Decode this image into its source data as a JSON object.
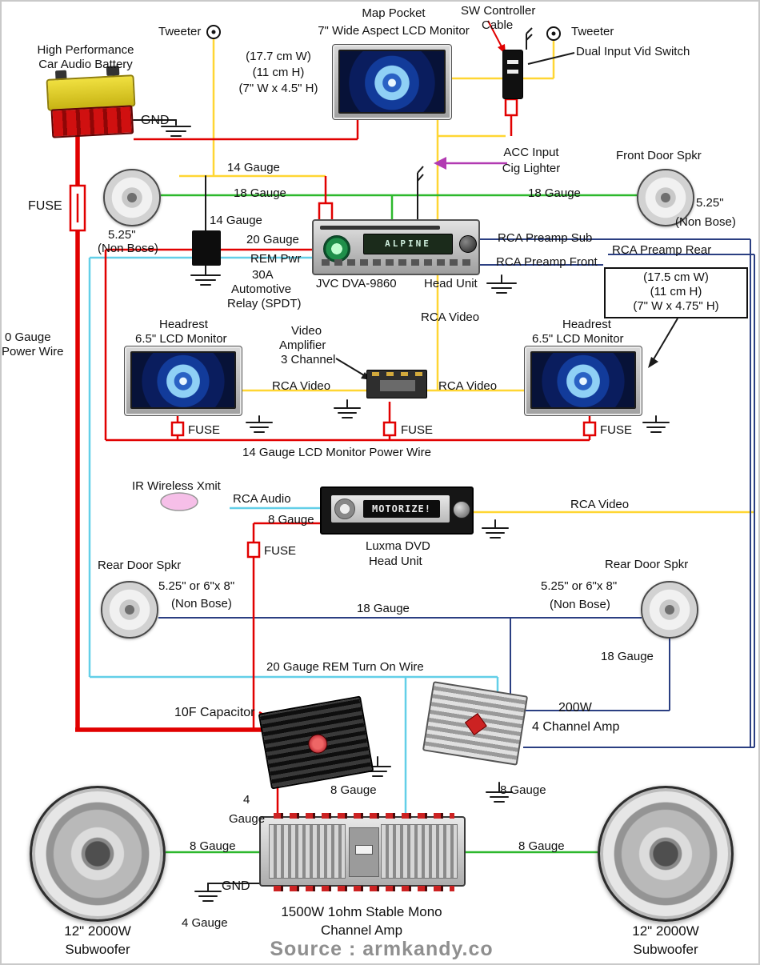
{
  "colors": {
    "wire_red": "#e10000",
    "wire_yellow": "#ffd633",
    "wire_green": "#2db82d",
    "wire_navy": "#2b3f82",
    "wire_cyan": "#63cfe8",
    "wire_black": "#1a1a1a",
    "wire_purple": "#b23ab2",
    "pink": "#f6bfe8"
  },
  "t": {
    "tweeter_left": "Tweeter",
    "tweeter_right": "Tweeter",
    "map_pocket": "Map Pocket",
    "lcd7_title": "7\" Wide Aspect LCD Monitor",
    "sw_controller_1": "SW Controller",
    "sw_controller_2": "Cable",
    "dual_input": "Dual Input Vid Switch",
    "battery_1": "High Performance",
    "battery_2": "Car Audio Battery",
    "dims1_1": "(17.7 cm W)",
    "dims1_2": "(11 cm H)",
    "dims1_3": "(7\" W x 4.5\" H)",
    "gnd_top": "GND",
    "acc_1": "ACC Input",
    "acc_2": "Cig Lighter",
    "front_door_spkr": "Front Door Spkr",
    "gauge14_a": "14 Gauge",
    "gauge18_left": "18 Gauge",
    "gauge18_right": "18 Gauge",
    "spkr_size_left": "5.25\"",
    "spkr_nonbose_left": "(Non Bose)",
    "spkr_size_right": "5.25\"",
    "spkr_nonbose_right": "(Non Bose)",
    "fuse_main": "FUSE",
    "gauge14_b": "14 Gauge",
    "gauge20_rem_1": "20 Gauge",
    "gauge20_rem_2": "REM Pwr",
    "relay_1": "30A",
    "relay_2": "Automotive",
    "relay_3": "Relay (SPDT)",
    "jvc": "JVC DVA-9860",
    "head_unit": "Head Unit",
    "head_unit_display": "ALPINE",
    "rca_preamp_sub": "RCA Preamp Sub",
    "rca_preamp_front": "RCA Preamp Front",
    "rca_preamp_rear": "RCA Preamp Rear",
    "dims2_1": "(17.5 cm W)",
    "dims2_2": "(11 cm H)",
    "dims2_3": "(7\" W x 4.75\" H)",
    "rca_video_center": "RCA Video",
    "headrest_left_1": "Headrest",
    "headrest_left_2": "6.5\" LCD Monitor",
    "headrest_right_1": "Headrest",
    "headrest_right_2": "6.5\" LCD Monitor",
    "video_amp_1": "Video",
    "video_amp_2": "Amplifier",
    "video_amp_3": "3 Channel",
    "rca_video_left": "RCA Video",
    "rca_video_mid": "RCA Video",
    "gauge0_1": "0 Gauge",
    "gauge0_2": "Power Wire",
    "fuse_mon_left": "FUSE",
    "fuse_mon_center": "FUSE",
    "fuse_mon_right": "FUSE",
    "monitor_power_wire": "14 Gauge LCD Monitor Power Wire",
    "ir_xmit": "IR Wireless Xmit",
    "rca_audio": "RCA Audio",
    "gauge8_dvd": "8 Gauge",
    "luxma_1": "Luxma DVD",
    "luxma_2": "Head Unit",
    "dvd_display": "MOTORIZE!",
    "rca_video_right": "RCA Video",
    "fuse_dvd": "FUSE",
    "rear_door_left": "Rear Door Spkr",
    "rear_size_left": "5.25\" or 6\"x 8\"",
    "rear_nonbose_left": "(Non Bose)",
    "rear_door_right": "Rear Door Spkr",
    "rear_size_right": "5.25\" or 6\"x 8\"",
    "rear_nonbose_right": "(Non Bose)",
    "gauge18_rear_mid": "18 Gauge",
    "gauge18_rear_right": "18 Gauge",
    "rem_turn_on": "20 Gauge REM Turn On Wire",
    "capacitor": "10F Capacitor",
    "amp200_1": "200W",
    "amp200_2": "4 Channel Amp",
    "gauge8_amp_left": "8 Gauge",
    "gauge8_amp_right": "8 Gauge",
    "gauge4_cap_1": "4",
    "gauge4_cap_2": "Gauge",
    "gauge8_sub_left": "8 Gauge",
    "gauge8_sub_right": "8 Gauge",
    "mono_1": "1500W 1ohm Stable Mono",
    "mono_2": "Channel Amp",
    "gnd_bottom": "GND",
    "gauge4_bottom": "4 Gauge",
    "sub_left_1": "12\" 2000W",
    "sub_left_2": "Subwoofer",
    "sub_right_1": "12\" 2000W",
    "sub_right_2": "Subwoofer",
    "watermark": "Source : armkandy.co"
  }
}
